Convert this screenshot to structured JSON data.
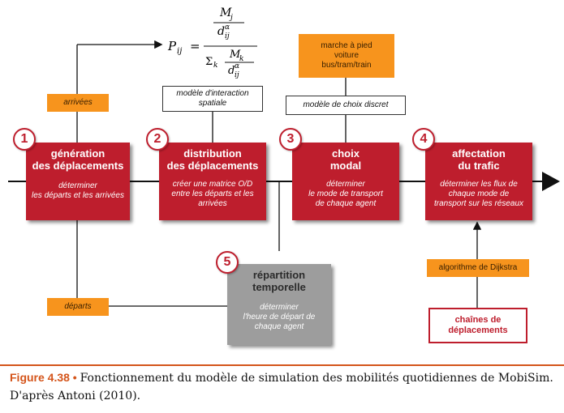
{
  "formula": {
    "lhs": "P",
    "lhs_sub": "ij",
    "numerator_var": "M",
    "numerator_sub": "j",
    "denominator_var": "d",
    "denominator_sub": "ij",
    "exponent": "α",
    "sum_symbol": "Σ",
    "sum_index": "k",
    "sum_numerator_var": "M",
    "sum_numerator_sub": "k"
  },
  "steps": [
    {
      "number": "1",
      "title_line1": "génération",
      "title_line2": "des déplacements",
      "desc_lines": [
        "déterminer",
        "les départs et les arrivées"
      ]
    },
    {
      "number": "2",
      "title_line1": "distribution",
      "title_line2": "des déplacements",
      "desc_lines": [
        "créer une matrice O/D",
        "entre les départs et les",
        "arrivées"
      ]
    },
    {
      "number": "3",
      "title_line1": "choix",
      "title_line2": "modal",
      "desc_lines": [
        "déterminer",
        "le mode de transport",
        "de chaque agent"
      ]
    },
    {
      "number": "4",
      "title_line1": "affectation",
      "title_line2": "du trafic",
      "desc_lines": [
        "déterminer les flux de",
        "chaque mode de",
        "transport sur les réseaux"
      ]
    },
    {
      "number": "5",
      "title_line1": "répartition",
      "title_line2": "temporelle",
      "desc_lines": [
        "déterminer",
        "l'heure de départ de",
        "chaque agent"
      ]
    }
  ],
  "annotations": {
    "arrivees": "arrivées",
    "departs": "départs",
    "interaction_line1": "modèle d'interaction",
    "interaction_line2": "spatiale",
    "choix_discret": "modèle de choix discret",
    "modes_line1": "marche à pied",
    "modes_line2": "voiture",
    "modes_line3": "bus/tram/train",
    "dijkstra": "algorithme de Dijkstra",
    "chaines_line1": "chaînes de",
    "chaines_line2": "déplacements"
  },
  "caption": {
    "figure_label": "Figure  4.38",
    "bullet": " • ",
    "text": "Fonctionnement du modèle de simulation des mobilités quotidiennes de MobiSim. D'après Antoni (2010)."
  },
  "colors": {
    "red": "#be1e2d",
    "orange": "#f7941d",
    "grey": "#9d9d9d",
    "caption_accent": "#d4541a"
  }
}
